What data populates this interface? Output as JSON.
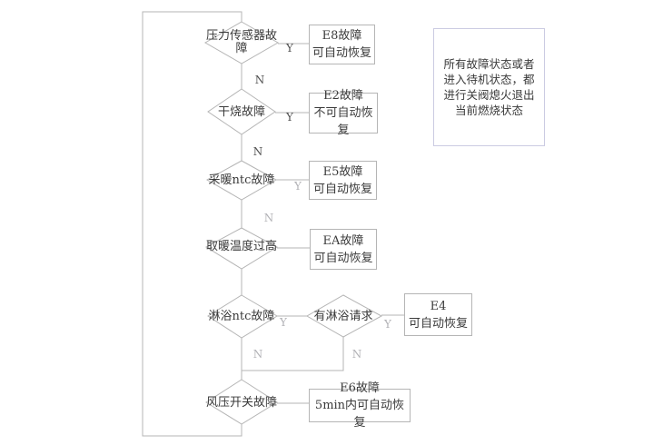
{
  "colors": {
    "background": "#ffffff",
    "line_gray": "#b5b5b5",
    "text": "#3a3a3a",
    "branch_label_dark": "#4f4f4f",
    "branch_label_light": "#b2b2b6",
    "note_border": "#cbcbe2"
  },
  "flow": {
    "decisions": [
      "压力传感器故障",
      "干烧故障",
      "采暖ntc故障",
      "取暖温度过高",
      "淋浴ntc故障",
      "有淋浴请求",
      "风压开关故障"
    ],
    "results": [
      {
        "code": "E8故障",
        "desc": "可自动恢复"
      },
      {
        "code": "E2故障",
        "desc": "不可自动恢复"
      },
      {
        "code": "E5故障",
        "desc": "可自动恢复"
      },
      {
        "code": "EA故障",
        "desc": "可自动恢复"
      },
      {
        "code": "E4",
        "desc": "可自动恢复"
      },
      {
        "code": "E6故障",
        "desc": "5min内可自动恢复"
      }
    ],
    "branch_yes": "Y",
    "branch_no": "N"
  },
  "note": {
    "lines": [
      "所有故障状态或者",
      "进入待机状态，都",
      "进行关阀熄火退出",
      "当前燃烧状态"
    ]
  }
}
